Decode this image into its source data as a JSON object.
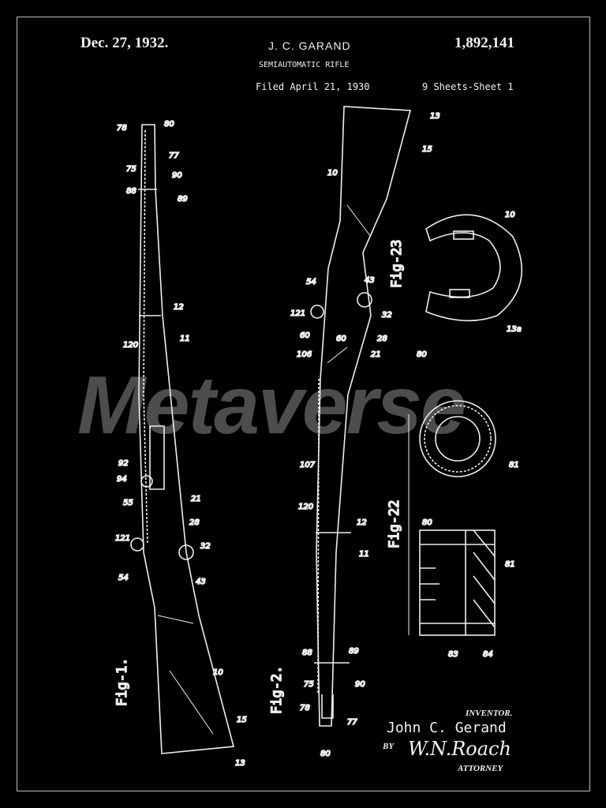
{
  "header": {
    "date": "Dec. 27, 1932.",
    "inventor_header": "J. C. GARAND",
    "patent_number": "1,892,141",
    "title": "SEMIAUTOMATIC RIFLE",
    "filed": "Filed April 21, 1930",
    "sheets": "9 Sheets-Sheet  1"
  },
  "watermark": "Metaverse",
  "figures": {
    "fig1": "Fig-1.",
    "fig2": "Fig-2.",
    "fig22": "Fig-22",
    "fig23": "Fig-23"
  },
  "fig1_labels": [
    "78",
    "80",
    "77",
    "75",
    "90",
    "88",
    "89",
    "12",
    "11",
    "120",
    "92",
    "94",
    "21",
    "55",
    "28",
    "32",
    "121",
    "43",
    "54",
    "10",
    "15",
    "13"
  ],
  "fig2_labels": [
    "13",
    "15",
    "10",
    "54",
    "43",
    "121",
    "32",
    "60",
    "28",
    "106",
    "21",
    "107",
    "120",
    "12",
    "11",
    "88",
    "89",
    "78",
    "75",
    "90",
    "77",
    "80",
    "60"
  ],
  "fig23_labels": [
    "10",
    "13a"
  ],
  "fig22_labels": [
    "80",
    "81",
    "80",
    "81",
    "83",
    "84"
  ],
  "signature": {
    "inventor_label": "INVENTOR.",
    "inventor_name": "John C. Gerand",
    "by": "BY",
    "attorney_signature": "W.N.Roach",
    "attorney_label": "ATTORNEY"
  },
  "colors": {
    "background": "#000000",
    "line": "#f2f2f2",
    "border": "#bdbdbd"
  }
}
